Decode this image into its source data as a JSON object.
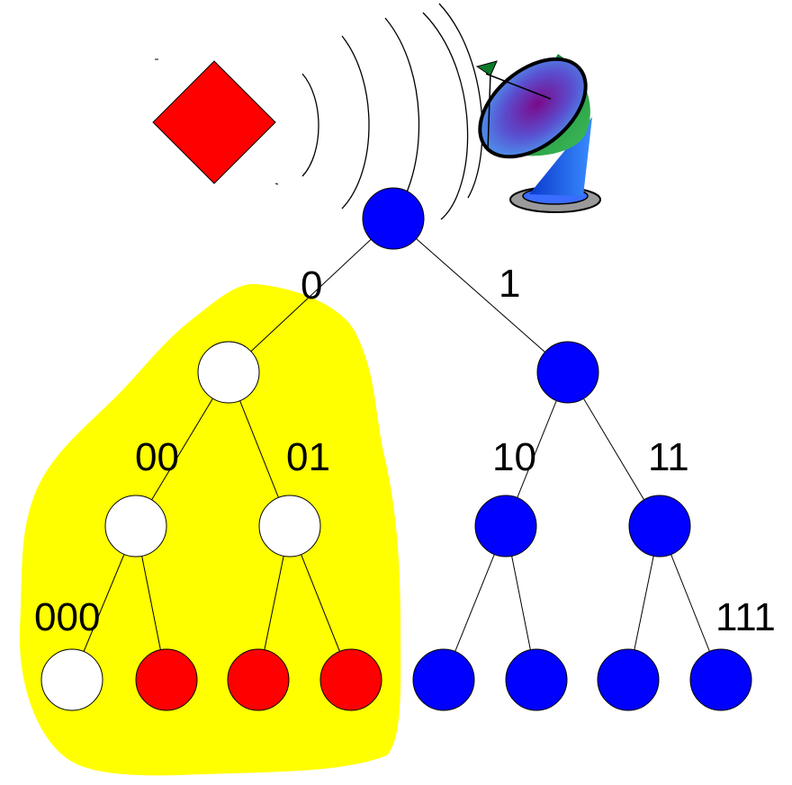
{
  "colors": {
    "highlight": "#ffff00",
    "blue_node": "#0000ff",
    "red_node": "#ff0000",
    "white_node": "#ffffff",
    "diamond": "#ff0000",
    "edge": "#000000"
  },
  "icons": {
    "transmitter": "red-diamond-icon",
    "antenna": "satellite-dish-icon"
  },
  "tree": {
    "nodes": [
      {
        "id": "root",
        "fill": "blue"
      },
      {
        "id": "n0",
        "fill": "white"
      },
      {
        "id": "n1",
        "fill": "blue"
      },
      {
        "id": "n00",
        "fill": "white"
      },
      {
        "id": "n01",
        "fill": "white"
      },
      {
        "id": "n10",
        "fill": "blue"
      },
      {
        "id": "n11",
        "fill": "blue"
      },
      {
        "id": "n000",
        "fill": "white"
      },
      {
        "id": "n001",
        "fill": "red"
      },
      {
        "id": "n010",
        "fill": "red"
      },
      {
        "id": "n011",
        "fill": "red"
      },
      {
        "id": "n100",
        "fill": "blue"
      },
      {
        "id": "n101",
        "fill": "blue"
      },
      {
        "id": "n110",
        "fill": "blue"
      },
      {
        "id": "n111",
        "fill": "blue"
      }
    ],
    "edges": [
      [
        "root",
        "n0"
      ],
      [
        "root",
        "n1"
      ],
      [
        "n0",
        "n00"
      ],
      [
        "n0",
        "n01"
      ],
      [
        "n1",
        "n10"
      ],
      [
        "n1",
        "n11"
      ],
      [
        "n00",
        "n000"
      ],
      [
        "n00",
        "n001"
      ],
      [
        "n01",
        "n010"
      ],
      [
        "n01",
        "n011"
      ],
      [
        "n10",
        "n100"
      ],
      [
        "n10",
        "n101"
      ],
      [
        "n11",
        "n110"
      ],
      [
        "n11",
        "n111"
      ]
    ]
  },
  "labels": {
    "l0": "0",
    "l1": "1",
    "l00": "00",
    "l01": "01",
    "l10": "10",
    "l11": "11",
    "l000": "000",
    "l111": "111"
  }
}
